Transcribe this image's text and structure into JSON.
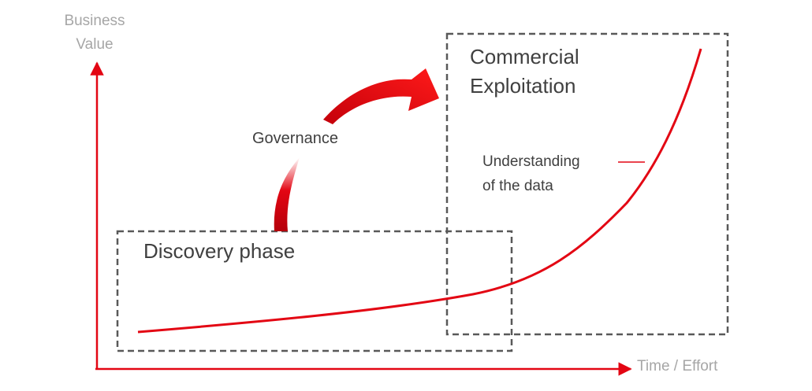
{
  "axes": {
    "y_label_line1": "Business",
    "y_label_line2": "Value",
    "x_label": "Time / Effort"
  },
  "phases": {
    "discovery": "Discovery phase",
    "commercial_line1": "Commercial",
    "commercial_line2": "Exploitation"
  },
  "governance": "Governance",
  "curve_label": {
    "line1": "Understanding",
    "line2": "of the data"
  },
  "colors": {
    "accent_red": "#e30613",
    "box_dash": "#595959",
    "axis_text": "#a6a6a6",
    "body_text": "#404040"
  }
}
